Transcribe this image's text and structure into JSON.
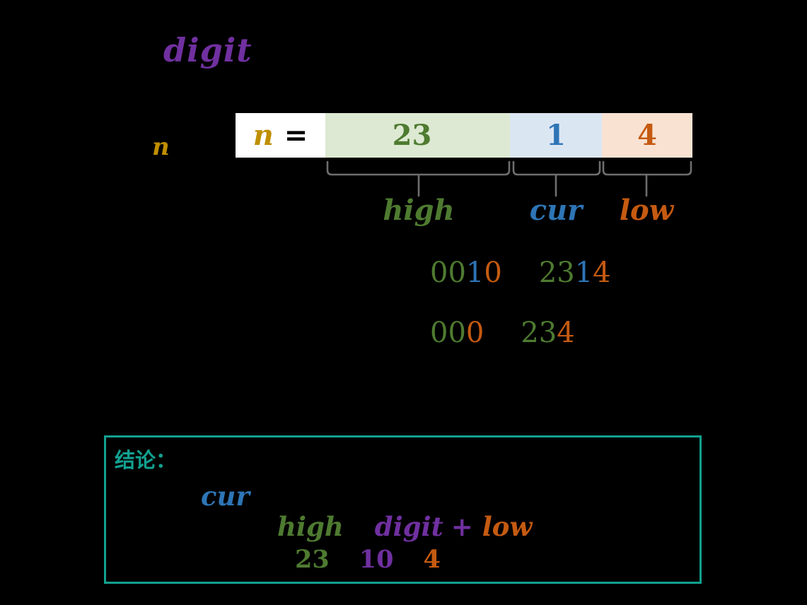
{
  "colors": {
    "bg": "#000000",
    "purple": "#7030a0",
    "gold": "#bf8f00",
    "green": "#4e7b30",
    "blue": "#2e75b6",
    "orange": "#c55a11",
    "black": "#000000",
    "teal": "#12a190",
    "gray": "#6e6e6e",
    "box_white": "#ffffff",
    "seg_high_bg": "#dde9d2",
    "seg_cur_bg": "#dbe6f3",
    "seg_low_bg": "#f9e2d2"
  },
  "title": {
    "text": "digit"
  },
  "n_label": "n",
  "number_box": {
    "var": "n",
    "equals": "=",
    "high_digit_1": "2",
    "high_digit_2": "3",
    "cur_digit": "1",
    "low_digit": "4"
  },
  "brace_labels": {
    "high": "high",
    "cur": "cur",
    "low": "low"
  },
  "ranges": {
    "row1_from": [
      {
        "t": "00",
        "c": "green"
      },
      {
        "t": "1",
        "c": "blue"
      },
      {
        "t": "0",
        "c": "orange"
      }
    ],
    "row1_to": [
      {
        "t": "23",
        "c": "green"
      },
      {
        "t": "1",
        "c": "blue"
      },
      {
        "t": "4",
        "c": "orange"
      }
    ],
    "row2_from": [
      {
        "t": "00",
        "c": "green"
      },
      {
        "t": "0",
        "c": "orange"
      }
    ],
    "row2_to": [
      {
        "t": "23",
        "c": "green"
      },
      {
        "t": "4",
        "c": "orange"
      }
    ]
  },
  "conclusion": {
    "heading": "结论：",
    "cur_word": "cur",
    "formula": [
      {
        "t": "high",
        "c": "green"
      },
      {
        "t": "digit",
        "c": "purple"
      },
      {
        "t": "+",
        "c": "purple"
      },
      {
        "t": "low",
        "c": "orange"
      }
    ],
    "values": [
      {
        "t": "23",
        "c": "green"
      },
      {
        "t": "10",
        "c": "purple"
      },
      {
        "t": "4",
        "c": "orange"
      }
    ]
  }
}
